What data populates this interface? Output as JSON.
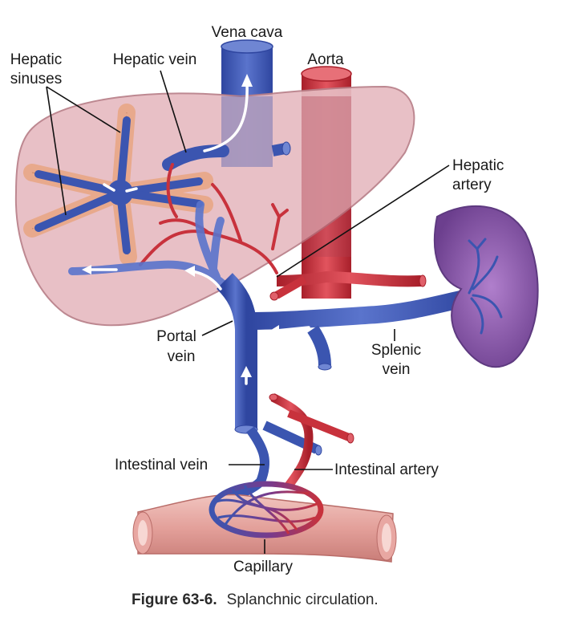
{
  "labels": {
    "vena_cava": "Vena cava",
    "hepatic_sinuses_line1": "Hepatic",
    "hepatic_sinuses_line2": "sinuses",
    "hepatic_vein": "Hepatic vein",
    "aorta": "Aorta",
    "hepatic_artery_line1": "Hepatic",
    "hepatic_artery_line2": "artery",
    "portal_vein_line1": "Portal",
    "portal_vein_line2": "vein",
    "splenic_vein_line1": "Splenic",
    "splenic_vein_line2": "vein",
    "intestinal_vein": "Intestinal vein",
    "intestinal_artery": "Intestinal artery",
    "capillary": "Capillary"
  },
  "caption": {
    "figure_number": "Figure 63-6.",
    "text": "Splanchnic circulation."
  },
  "colors": {
    "liver": "#e7bcc2",
    "liver_outline": "#b98089",
    "vein": "#3b55b0",
    "vein_light": "#6f86d3",
    "artery": "#c8323c",
    "artery_light": "#e0606a",
    "spleen": "#8a5aa8",
    "spleen_dark": "#5e3a80",
    "intestine": "#e6a9a4",
    "hepatocyte": "#e8a98c"
  }
}
